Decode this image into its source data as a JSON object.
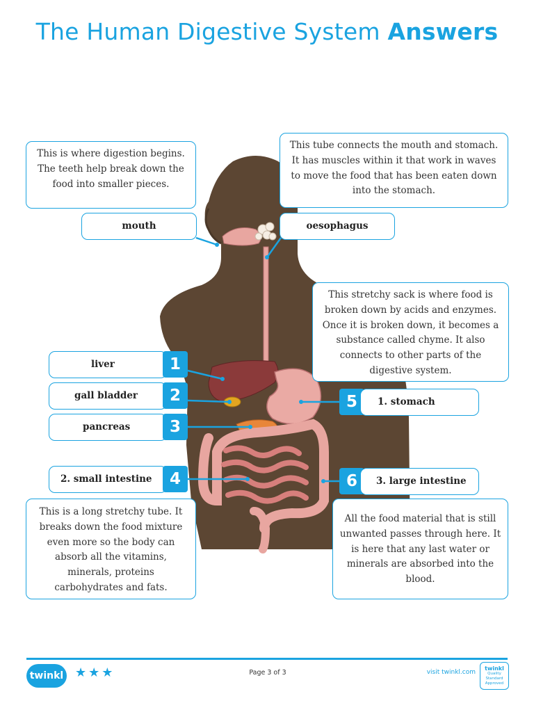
{
  "title": {
    "main": "The Human Digestive System",
    "bold": "Answers"
  },
  "descriptions": {
    "mouth": "This is where digestion begins. The teeth help break down the food into smaller pieces.",
    "oesophagus": "This tube connects the mouth and stomach. It has muscles within it that work in waves to move the food that has been eaten down into the stomach.",
    "stomach": "This stretchy sack is where food is broken down by acids and enzymes. Once it is broken down, it becomes a substance called chyme. It also connects to other parts of the digestive system.",
    "small_intestine": "This is a long stretchy tube. It breaks down the food mixture even more so the body can absorb all the vitamins, minerals, proteins carbohydrates and fats.",
    "large_intestine": "All the food material that is still unwanted passes through here. It is here that any last water or minerals are absorbed into the blood."
  },
  "labels": {
    "mouth": "mouth",
    "oesophagus": "oesophagus",
    "liver": "liver",
    "gall_bladder": "gall bladder",
    "pancreas": "pancreas",
    "small_intestine": "2. small intestine",
    "stomach": "1. stomach",
    "large_intestine": "3. large intestine"
  },
  "numbers": {
    "n1": "1",
    "n2": "2",
    "n3": "3",
    "n4": "4",
    "n5": "5",
    "n6": "6"
  },
  "footer": {
    "logo": "twinkl",
    "stars": "★★★",
    "page": "Page 3 of 3",
    "visit": "visit twinkl.com",
    "badge_brand": "twinkl",
    "badge_text": "Quality Standard Approved"
  },
  "colors": {
    "accent": "#1aa3e0",
    "skin": "#5c4633",
    "organ_pink": "#e8a6a0",
    "liver": "#8b3a3a",
    "gall": "#e3a520",
    "pancreas": "#e8863a"
  }
}
